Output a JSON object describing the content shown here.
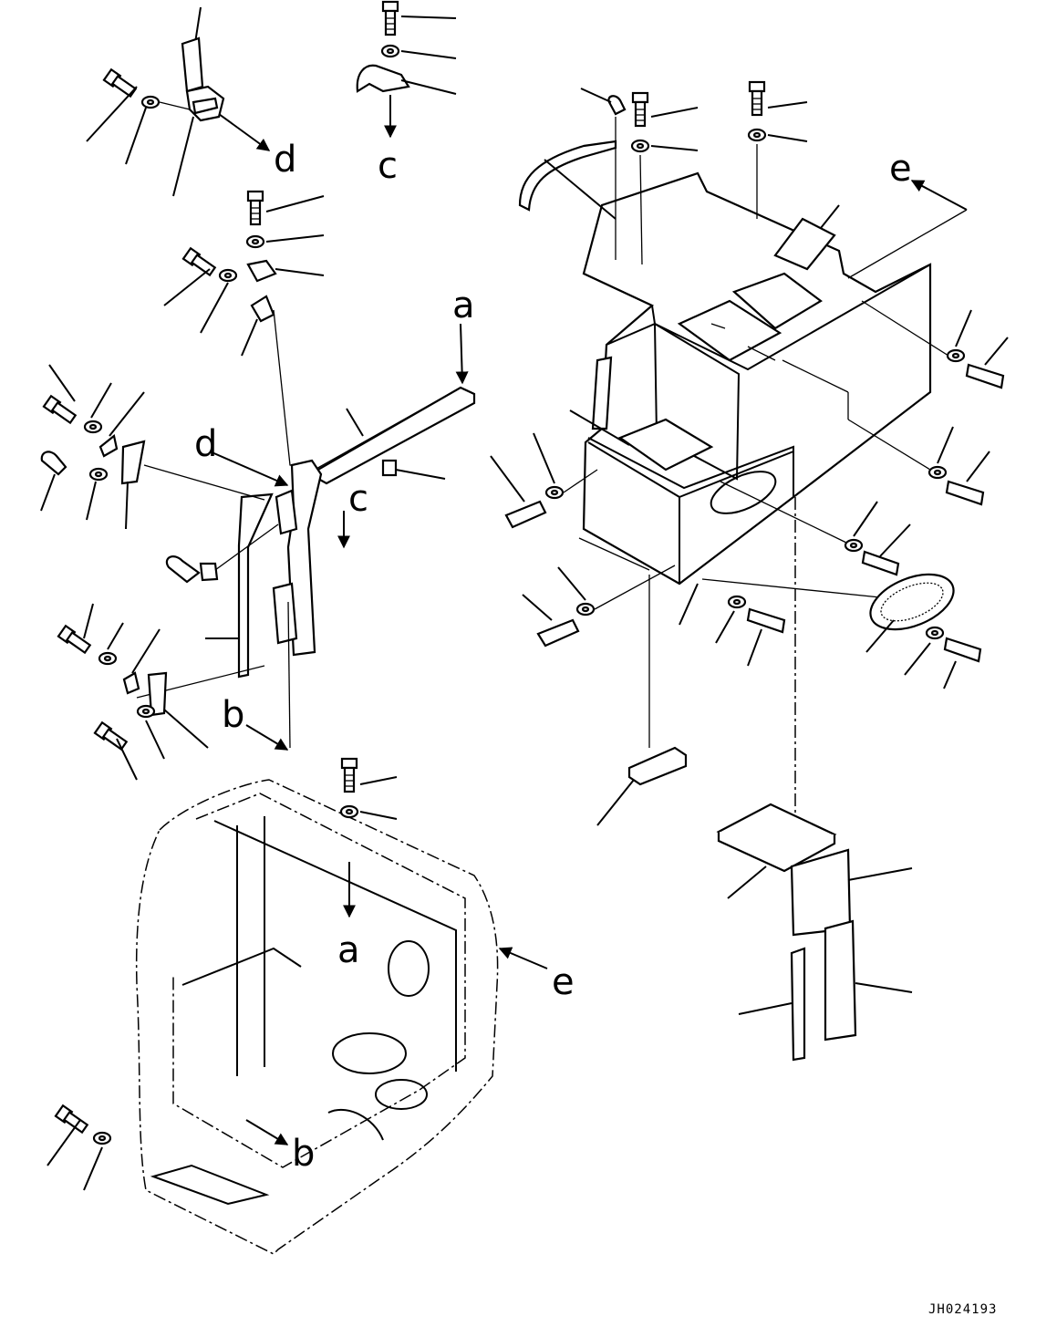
{
  "drawing": {
    "code": "JH024193",
    "labels": {
      "a_top": "a",
      "a_bottom": "a",
      "b_left": "b",
      "b_bottom": "b",
      "c_top": "c",
      "c_mid": "c",
      "d_top": "d",
      "d_mid": "d",
      "e_top": "e",
      "e_bottom": "e"
    }
  }
}
